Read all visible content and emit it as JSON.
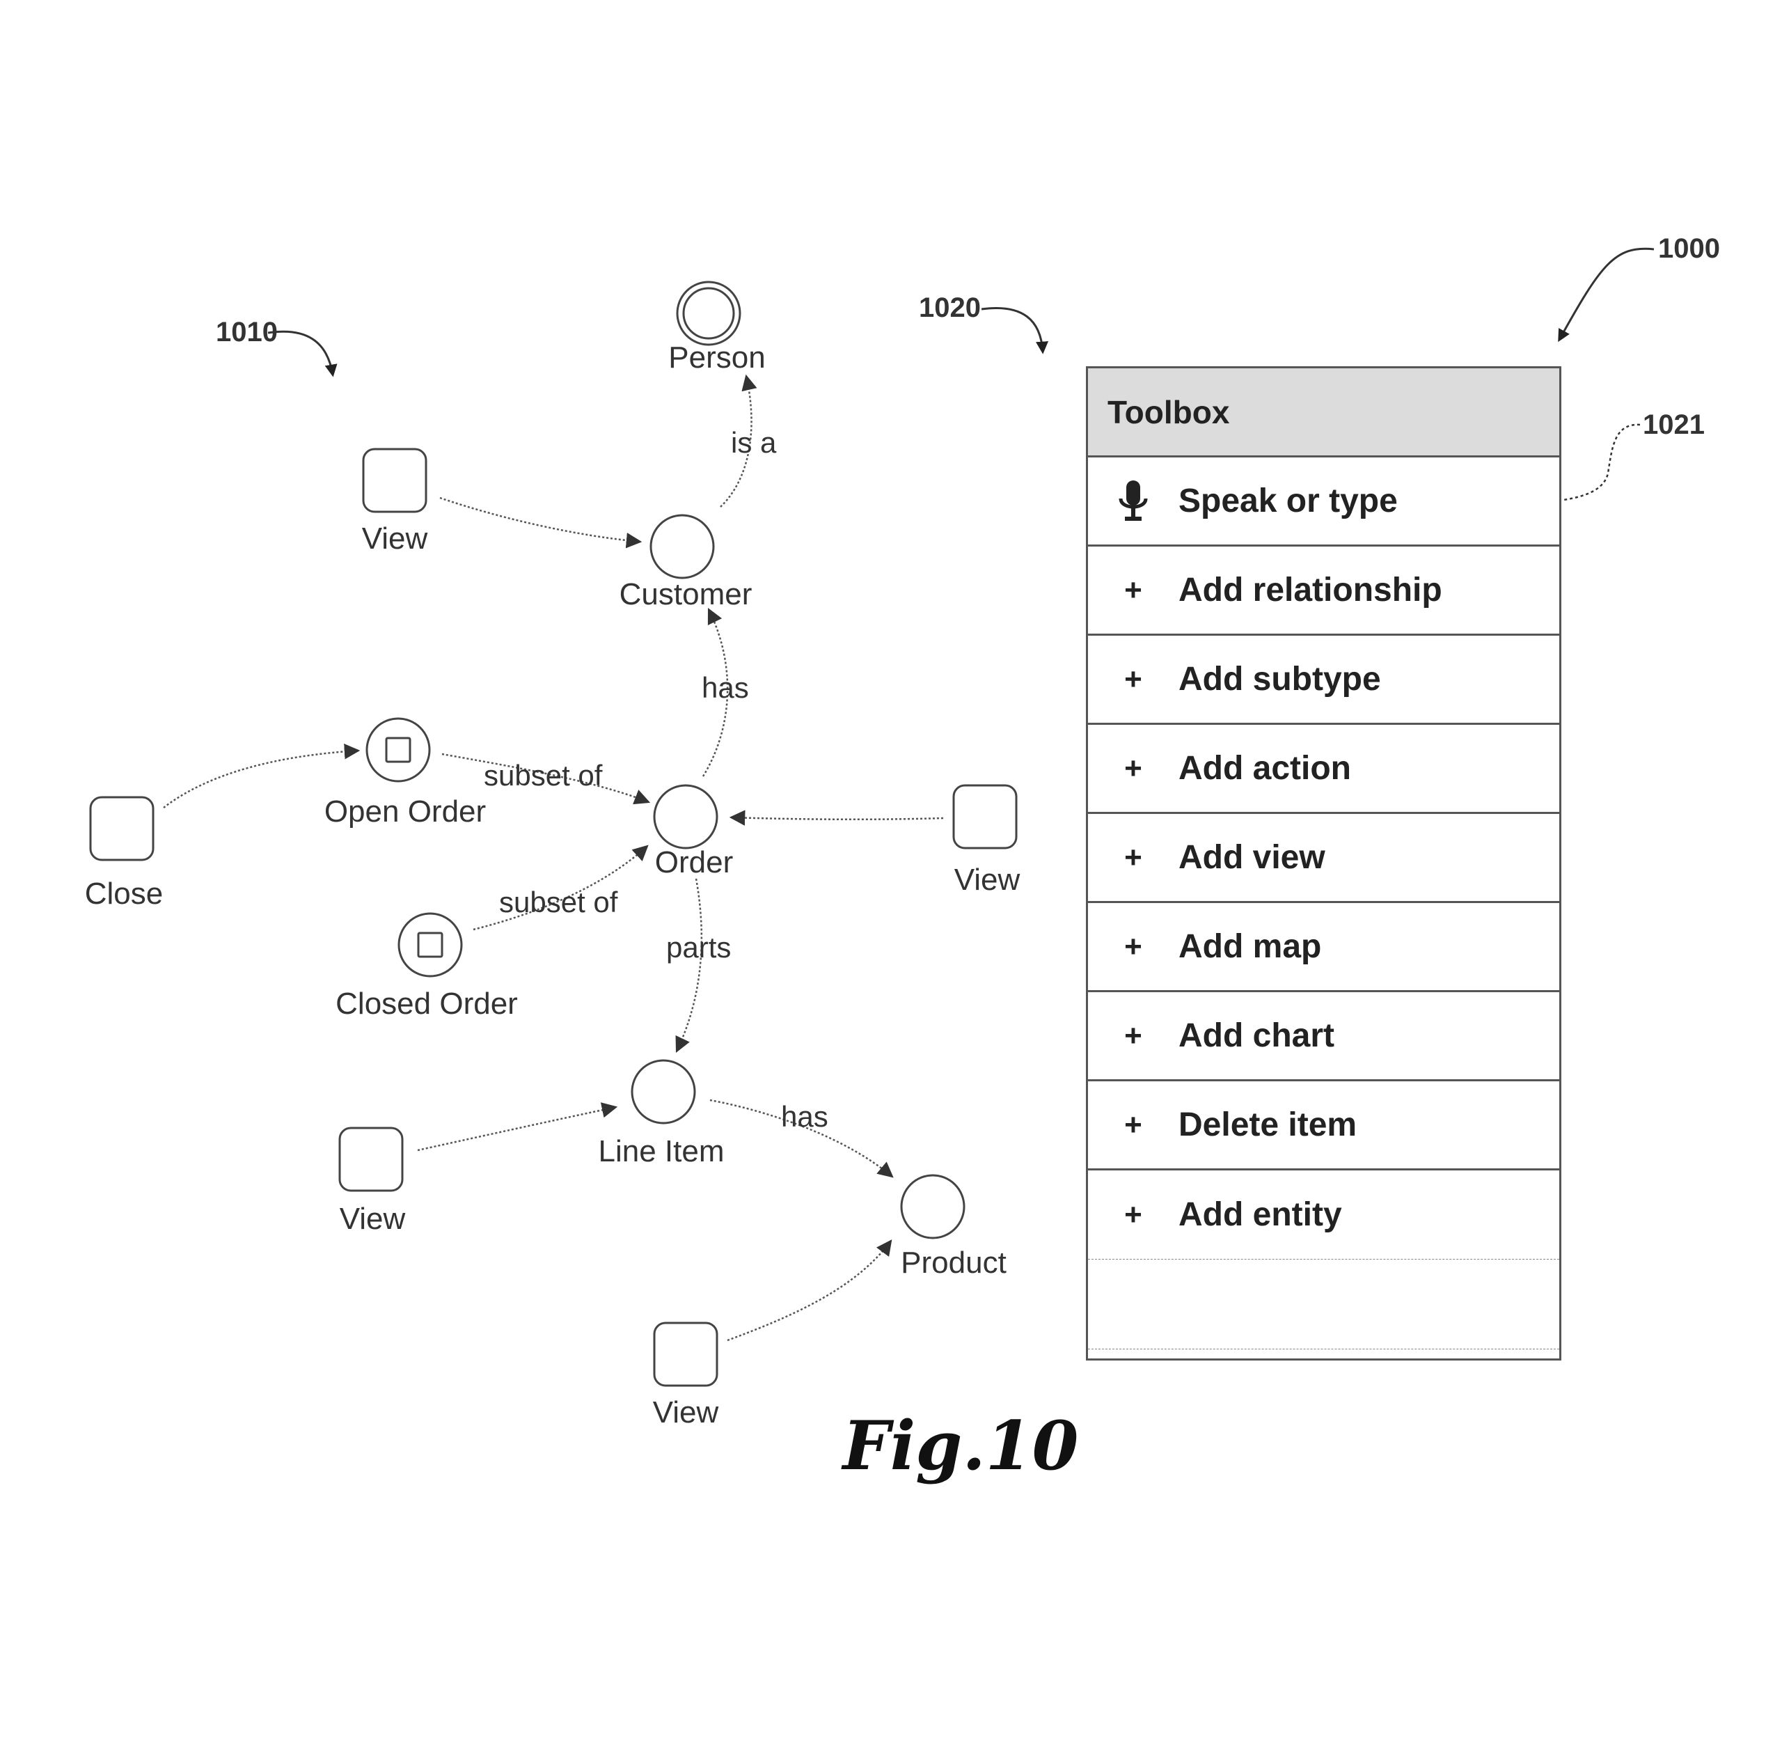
{
  "figure": {
    "caption": "Fig.10",
    "refs": {
      "overall": "1000",
      "diagram": "1010",
      "panel": "1020",
      "speak_row": "1021"
    }
  },
  "diagram": {
    "nodes": {
      "person": "Person",
      "customer": "Customer",
      "order": "Order",
      "open_order": "Open Order",
      "closed_order": "Closed Order",
      "line_item": "Line Item",
      "product": "Product",
      "view_customer": "View",
      "view_order": "View",
      "view_line_item": "View",
      "view_product": "View",
      "close": "Close"
    },
    "edges": {
      "customer_person": "is a",
      "order_customer": "has",
      "open_order_order": "subset of",
      "closed_order_order": "subset of",
      "order_line_item": "parts",
      "line_item_product": "has"
    }
  },
  "toolbox": {
    "title": "Toolbox",
    "speak": {
      "label": "Speak or type",
      "icon": "microphone-icon"
    },
    "items": [
      {
        "label": "Add relationship",
        "icon": "+"
      },
      {
        "label": "Add subtype",
        "icon": "+"
      },
      {
        "label": "Add action",
        "icon": "+"
      },
      {
        "label": "Add view",
        "icon": "+"
      },
      {
        "label": "Add map",
        "icon": "+"
      },
      {
        "label": "Add chart",
        "icon": "+"
      },
      {
        "label": "Delete item",
        "icon": "+"
      },
      {
        "label": "Add entity",
        "icon": "+"
      }
    ]
  }
}
